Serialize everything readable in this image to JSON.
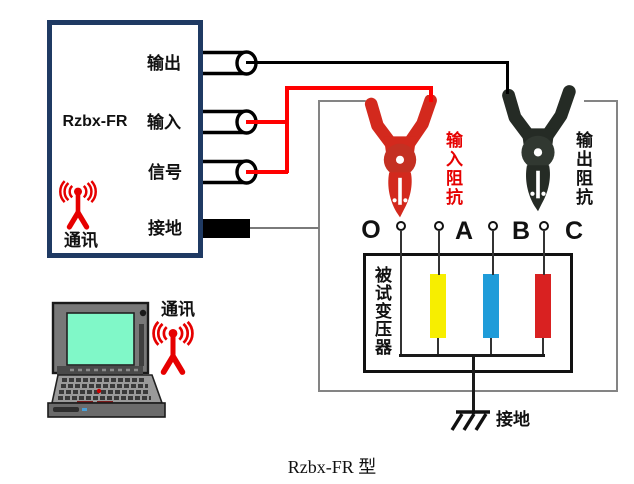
{
  "device": {
    "model": "Rzbx-FR",
    "comm_label": "通讯",
    "ports": [
      {
        "label": "输出"
      },
      {
        "label": "输入"
      },
      {
        "label": "信号"
      },
      {
        "label": "接地"
      }
    ]
  },
  "clamps": [
    {
      "label": "输入阻抗",
      "color": "#e60000"
    },
    {
      "label": "输出阻抗",
      "color": "#111111"
    }
  ],
  "transformer": {
    "label": "被试变压器",
    "terminals": [
      "O",
      "A",
      "B",
      "C"
    ],
    "winding_colors": [
      "#f7ee00",
      "#1f9cd9",
      "#d92121"
    ]
  },
  "ground_label": "接地",
  "laptop": {
    "comm_label": "通讯"
  },
  "caption": "Rzbx-FR 型",
  "colors": {
    "device_border": "#1f3a63",
    "enclosure_border": "#848484",
    "wire_red": "#ff0000",
    "wire_black": "#000000",
    "wire_ground": "#7a7a7a"
  }
}
